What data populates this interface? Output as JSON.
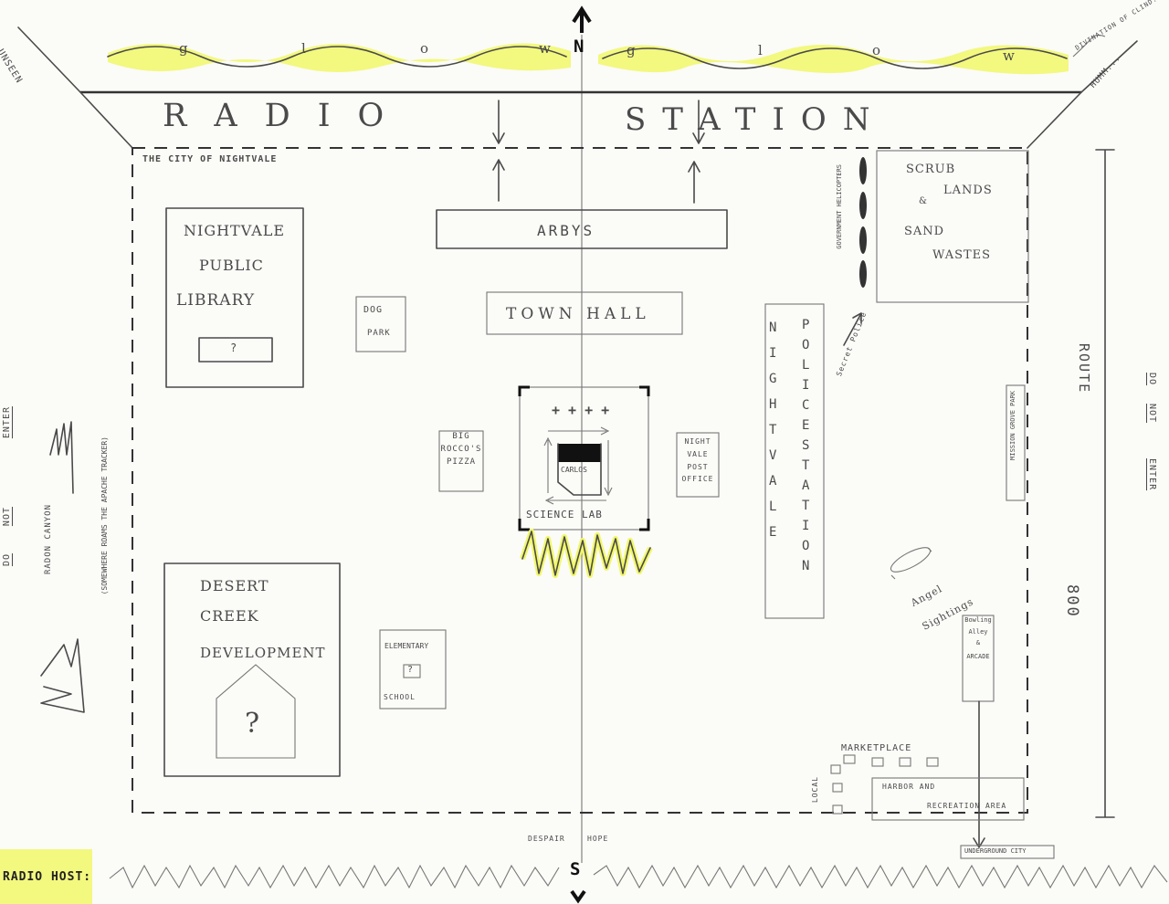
{
  "compass": {
    "north": "N",
    "south": "S"
  },
  "glow_left": [
    "g",
    "l",
    "o",
    "w"
  ],
  "glow_right": [
    "g",
    "l",
    "o",
    "w"
  ],
  "radio_word": "RADIO",
  "station_word": "STATION",
  "corner_top_left": "UNSEEN",
  "corner_top_right": "HUMM...",
  "corner_top_right_note": "DIVINATION OF CLIND...",
  "city_title": "THE CITY OF NIGHTVALE",
  "library": {
    "lines": [
      "NIGHTVALE",
      "PUBLIC",
      "LIBRARY"
    ],
    "mark": "?"
  },
  "dog_park": {
    "lines": [
      "DOG",
      "PARK"
    ]
  },
  "arbys": "ARBYS",
  "town_hall": "TOWN HALL",
  "science_lab": {
    "crosses": "+ + + +",
    "name": "CARLOS",
    "label": "SCIENCE LAB"
  },
  "big_roccos": {
    "lines": [
      "BIG",
      "ROCCO'S",
      "PIZZA"
    ]
  },
  "post_office": {
    "lines": [
      "NIGHT",
      "VALE",
      "POST",
      "OFFICE"
    ]
  },
  "police_station": {
    "left": "NIGHTVALE",
    "right": "POLICESTATION"
  },
  "secret_police": "Secret Police",
  "government_helicopters": "GOVERNMENT HELICOPTERS",
  "scrub_lands": {
    "line1": "SCRUB",
    "line2": "LANDS",
    "amp": "&",
    "line3": "SAND",
    "line4": "WASTES"
  },
  "mission_grove_park": "MISSION GROVE PARK",
  "route_word": "ROUTE",
  "route_num": "800",
  "do_not_enter_right": [
    "DO",
    "NOT",
    "ENTER"
  ],
  "do_not_enter_left": [
    "DO",
    "NOT",
    "ENTER"
  ],
  "radon_canyon": "RADON CANYON",
  "apache_tracker": "(SOMEWHERE ROAMS THE APACHE TRACKER)",
  "desert_creek": {
    "lines": [
      "DESERT",
      "CREEK",
      "DEVELOPMENT"
    ],
    "mark": "?"
  },
  "elementary": {
    "top": "ELEMENTARY",
    "mark": "?",
    "bottom": "SCHOOL"
  },
  "angel_sightings": [
    "Angel",
    "Sightings"
  ],
  "bowling": {
    "lines": [
      "Bowling",
      "Alley",
      "&",
      "ARCADE"
    ]
  },
  "marketplace": {
    "top": "MARKETPLACE",
    "side": "LOCAL"
  },
  "harbor": {
    "line1": "HARBOR AND",
    "line2": "RECREATION AREA"
  },
  "underground_city": "UNDERGROUND CITY",
  "despair": "DESPAIR",
  "hope": "HOPE",
  "radio_host": "RADIO HOST:",
  "colors": {
    "highlight": "#f1f76a",
    "pencil": "#4a4a4a",
    "paper": "#fbfbf8"
  }
}
